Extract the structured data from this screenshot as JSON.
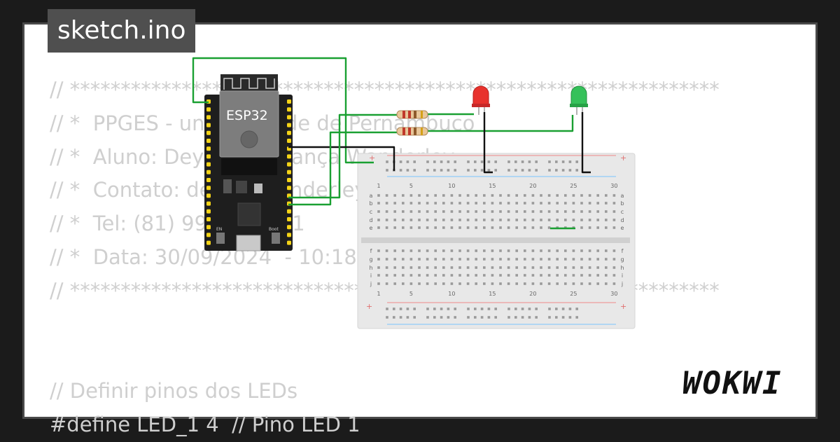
{
  "tab": {
    "filename": "sketch.ino"
  },
  "code_lines": [
    "// ****************************************************************",
    "// *  PPGES - universidade de Pernambuco",
    "// *  Aluno: Deyvid de França Wanderley",
    "// *  Contato: deyvid.wanderley",
    "// *  Tel: (81) 99999-9911",
    "// *  Data: 30/09/2024  - 10:18",
    "// ****************************************************************",
    "",
    "",
    "// Definir pinos dos LEDs",
    "#define LED_1 4  // Pino LED 1"
  ],
  "board": {
    "label": "ESP32",
    "boot_label": "Boot",
    "en_label": "EN"
  },
  "breadboard": {
    "column_numbers": [
      "1",
      "5",
      "10",
      "15",
      "20",
      "25",
      "30"
    ],
    "rows_top": [
      "a",
      "b",
      "c",
      "d",
      "e"
    ],
    "rows_bottom": [
      "f",
      "g",
      "h",
      "i",
      "j"
    ],
    "plus": "+",
    "minus": "-"
  },
  "leds": [
    {
      "name": "led-red",
      "color": "#e8322d"
    },
    {
      "name": "led-green",
      "color": "#35c15a"
    }
  ],
  "colors": {
    "wire_green": "#1aa032",
    "wire_black": "#111111",
    "board": "#1e1e1e",
    "pin_yellow": "#f5d417"
  },
  "brand": {
    "logo": "WOKWI"
  }
}
